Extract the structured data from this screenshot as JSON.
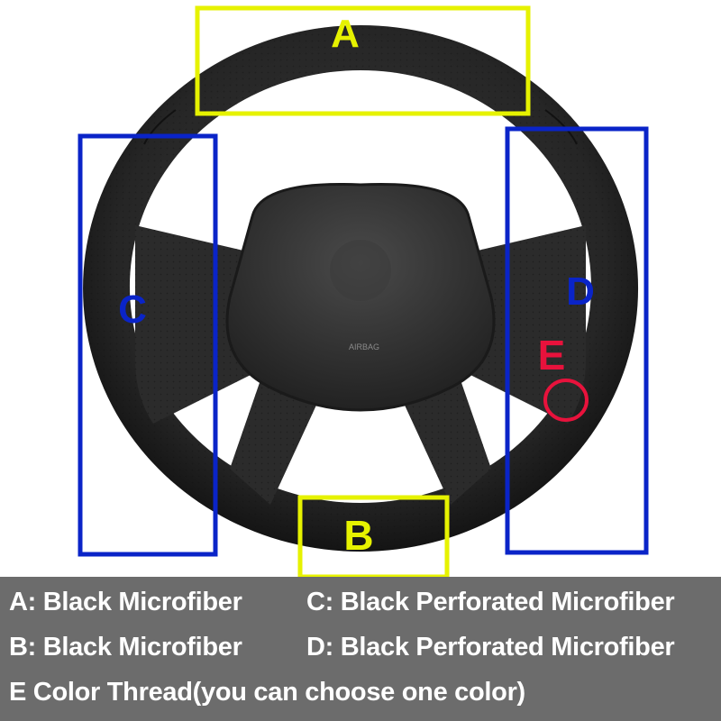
{
  "zones": {
    "a": {
      "letter": "A",
      "color": "#e6f200"
    },
    "b": {
      "letter": "B",
      "color": "#e6f200"
    },
    "c": {
      "letter": "C",
      "color": "#0a24c8"
    },
    "d": {
      "letter": "D",
      "color": "#0a24c8"
    },
    "e": {
      "letter": "E",
      "color": "#e8123c"
    }
  },
  "wheel": {
    "airbag_text": "AIRBAG",
    "leather_color": "#2a2a2a",
    "hub_color": "#303030"
  },
  "caption": {
    "background": "#6c6c6c",
    "line_a": "A: Black Microfiber",
    "line_c": "C: Black Perforated Microfiber",
    "line_b": "B: Black Microfiber",
    "line_d": "D: Black Perforated Microfiber",
    "line_e": "E  Color Thread(you can choose one color)"
  }
}
